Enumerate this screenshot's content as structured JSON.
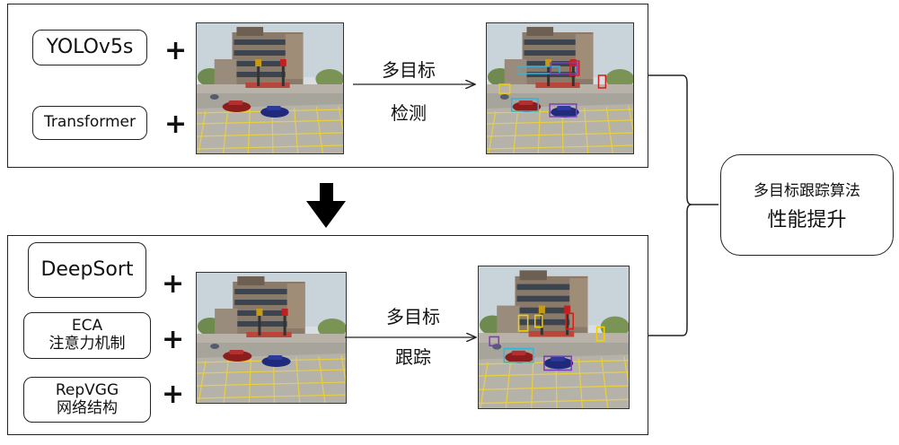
{
  "top_panel": {
    "inputs": [
      "YOLOv5s",
      "Transformer"
    ],
    "plus": "+",
    "arrow_label_line1": "多目标",
    "arrow_label_line2": "检测"
  },
  "bottom_panel": {
    "inputs": [
      {
        "line1": "DeepSort",
        "line2": ""
      },
      {
        "line1": "ECA",
        "line2": "注意力机制"
      },
      {
        "line1": "RepVGG",
        "line2": "网络结构"
      }
    ],
    "plus": "+",
    "arrow_label_line1": "多目标",
    "arrow_label_line2": "跟踪"
  },
  "result": {
    "line1": "多目标跟踪算法",
    "line2": "性能提升"
  },
  "colors": {
    "box_yellow": "#f2d000",
    "box_cyan": "#2cb7e0",
    "box_purple": "#7a3fb8",
    "box_red": "#d22020",
    "down_arrow": "#000000"
  }
}
